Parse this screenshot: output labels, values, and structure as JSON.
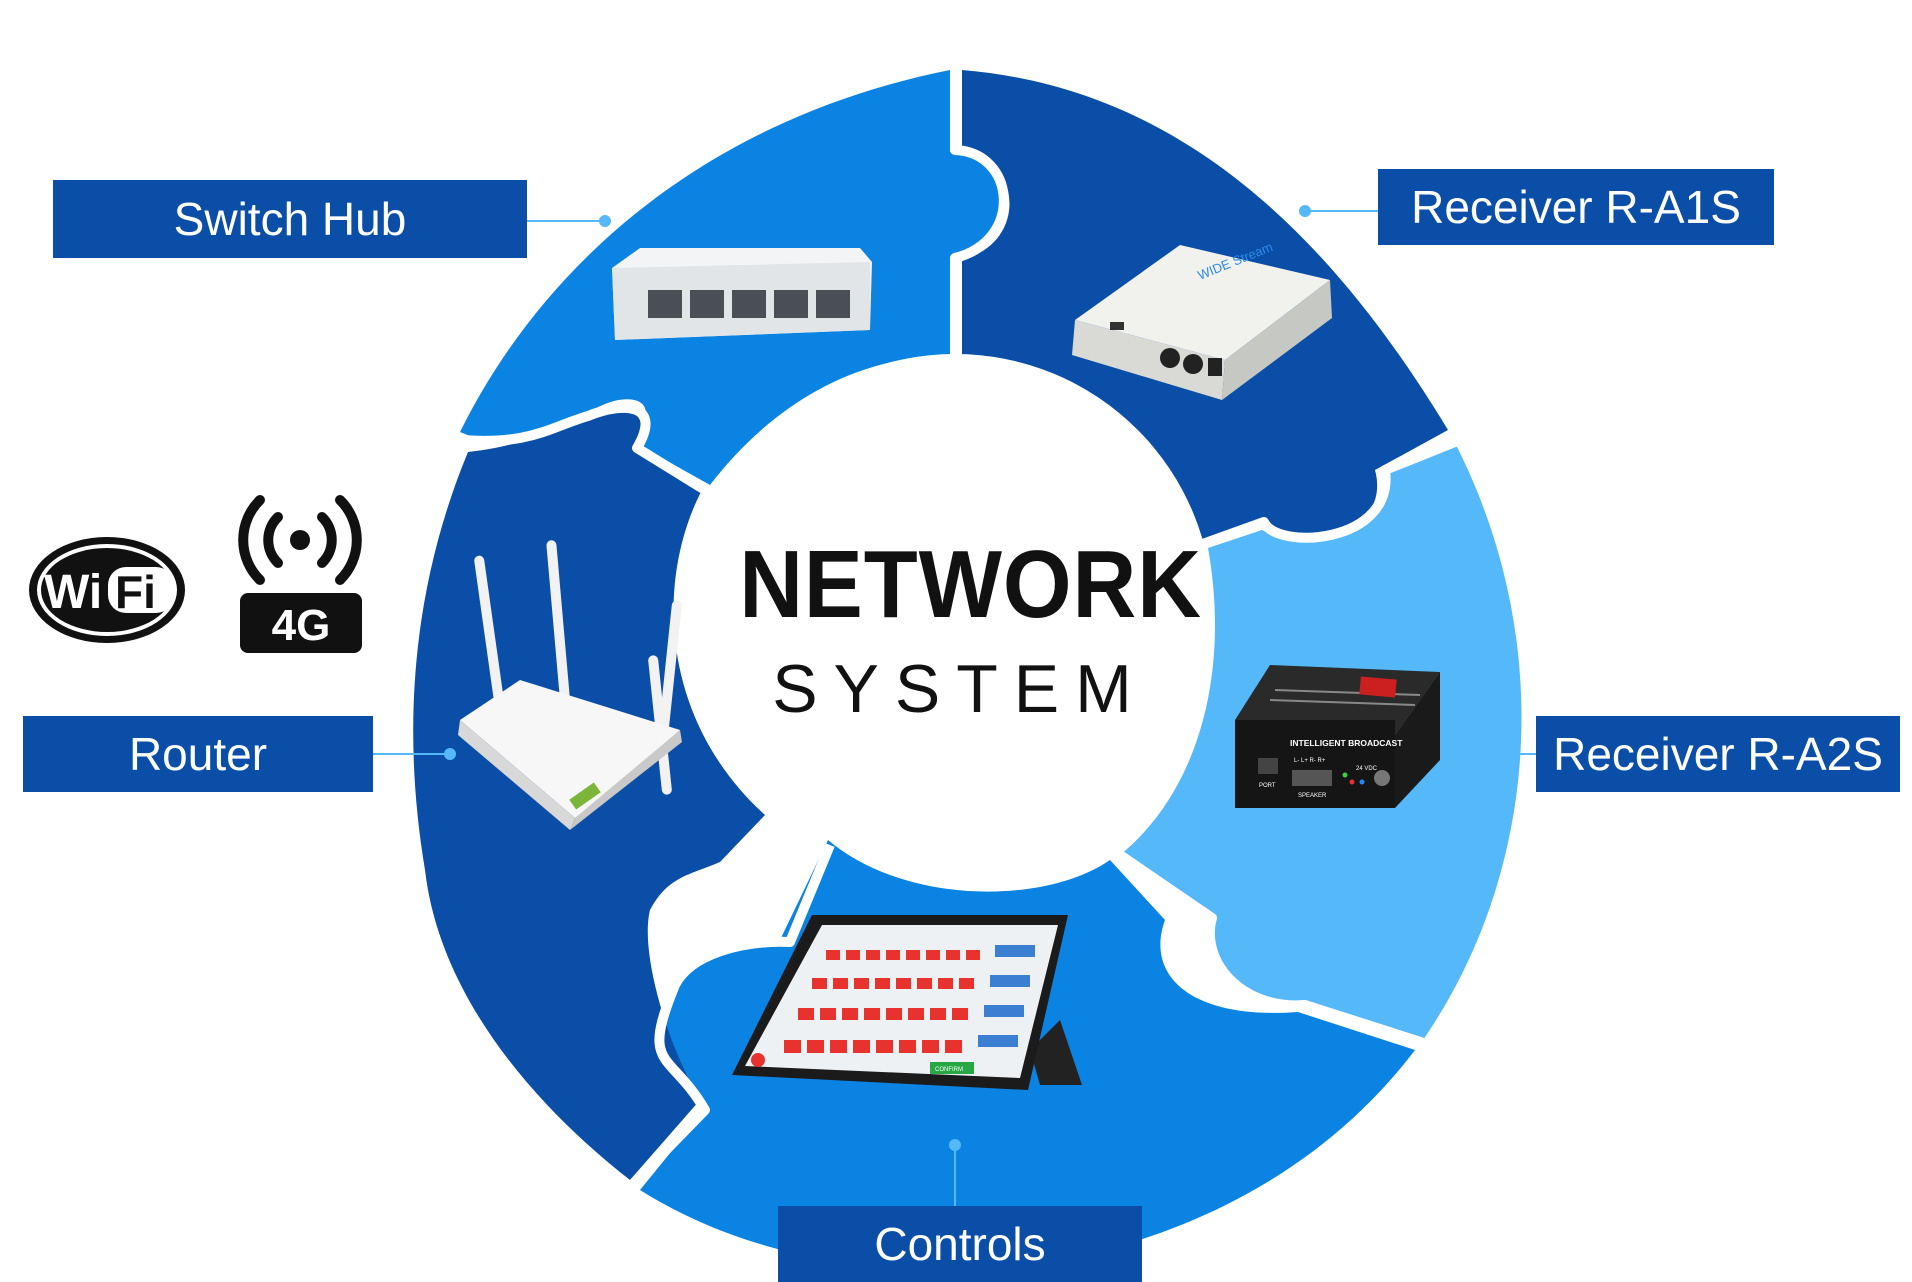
{
  "title": {
    "main": "NETWORK",
    "sub": "SYSTEM"
  },
  "labels": {
    "switch_hub": "Switch Hub",
    "receiver_r_a1s": "Receiver R-A1S",
    "router": "Router",
    "receiver_r_a2s": "Receiver R-A2S",
    "controls": "Controls"
  },
  "badges": {
    "wifi": {
      "wi": "Wi",
      "fi": "Fi"
    },
    "cellular": "4G"
  },
  "icons": [
    "wifi-logo-icon",
    "cellular-4g-icon",
    "broadcast-signal-icon"
  ],
  "colors": {
    "dark_blue": "#0a4ea8",
    "mid_blue": "#0b83e3",
    "light_blue": "#55b8f8",
    "label_blue": "#0a4ea8",
    "text_dark": "#111111"
  },
  "devices": {
    "receiver_r_a1s_brand": "WIDE Stream",
    "receiver_r_a2s_panel": "INTELLIGENT BROADCAST",
    "receiver_r_a2s_port": "PORT",
    "receiver_r_a2s_speaker": "SPEAKER",
    "receiver_r_a2s_power": "24 VDC",
    "receiver_r_a2s_channels": "L- L+ R- R+",
    "controls_button": "CONFIRM"
  }
}
